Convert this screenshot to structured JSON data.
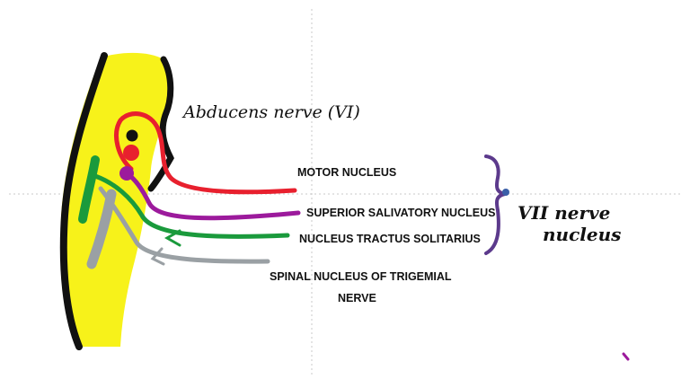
{
  "annotations": {
    "abducens": "Abducens nerve (VI)",
    "group_label_line1": "VII nerve",
    "group_label_line2": "nucleus"
  },
  "nuclei": [
    {
      "key": "motor",
      "label": "MOTOR NUCLEUS",
      "color": "#e8202e"
    },
    {
      "key": "salivatory",
      "label": "SUPERIOR SALIVATORY NUCLEUS",
      "color": "#9c1a9c"
    },
    {
      "key": "solitarius",
      "label": "NUCLEUS TRACTUS SOLITARIUS",
      "color": "#1a9a3c"
    },
    {
      "key": "trigeminal",
      "label_line1": "SPINAL NUCLEUS OF TRIGEMIAL",
      "label_line2": "NERVE",
      "color": "#9aa0a4"
    }
  ],
  "colors": {
    "brainstem_fill": "#f7f21a",
    "outline": "#111111",
    "brace": "#5c3a8c",
    "abducens_nucleus": "#111111"
  }
}
